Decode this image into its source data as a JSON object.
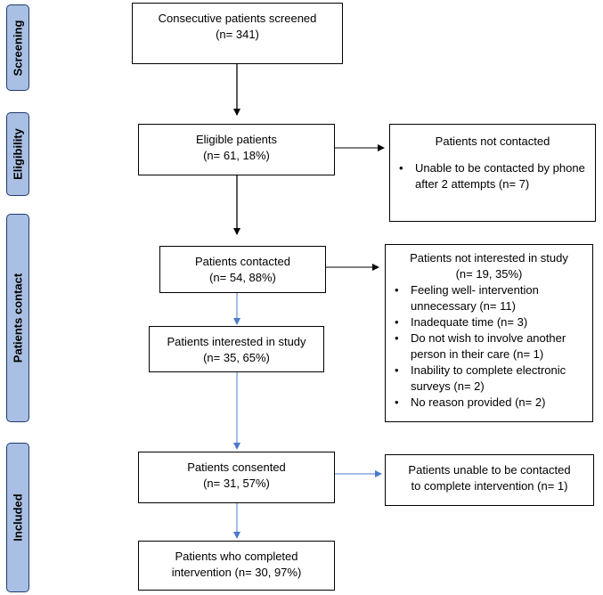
{
  "sidebar": {
    "screening": "Screening",
    "eligibility": "Eligibility",
    "patients_contact": "Patients contact",
    "included": "Included"
  },
  "boxes": {
    "screened": {
      "line1": "Consecutive patients screened",
      "line2": "(n= 341)"
    },
    "eligible": {
      "line1": "Eligible patients",
      "line2": "(n= 61, 18%)"
    },
    "not_contacted": {
      "title": "Patients not contacted",
      "items": [
        "Unable to be contacted by phone after 2 attempts (n= 7)"
      ]
    },
    "contacted": {
      "line1": "Patients contacted",
      "line2": "(n= 54, 88%)"
    },
    "not_interested": {
      "title1": "Patients not interested in study",
      "title2": "(n= 19, 35%)",
      "items": [
        "Feeling well- intervention unnecessary (n= 11)",
        "Inadequate time (n= 3)",
        "Do not wish to involve another person in their care (n= 1)",
        "Inability to complete electronic surveys (n= 2)",
        "No reason provided (n= 2)"
      ]
    },
    "interested": {
      "line1": "Patients interested in study",
      "line2": "(n= 35, 65%)"
    },
    "consented": {
      "line1": "Patients consented",
      "line2": "(n= 31, 57%)"
    },
    "unable_complete": {
      "line1": "Patients unable to be contacted",
      "line2": "to complete intervention (n= 1)"
    },
    "completed": {
      "line1": "Patients who completed",
      "line2": "intervention (n= 30, 97%)"
    }
  },
  "colors": {
    "black_arrow": "#000000",
    "blue_arrow": "#4a7bc8",
    "side_fill": "#a9bfe3",
    "side_border": "#1f3b70"
  }
}
